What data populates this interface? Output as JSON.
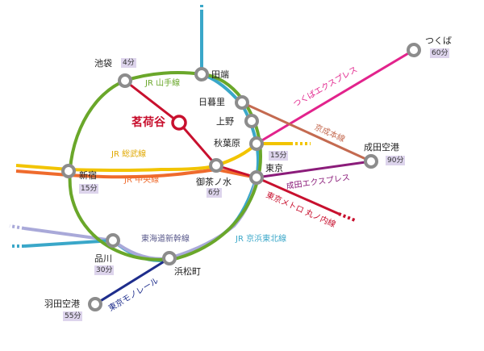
{
  "stations": {
    "ikebukuro": {
      "name": "池袋",
      "time": "4分"
    },
    "tabata": {
      "name": "田端"
    },
    "nippori": {
      "name": "日暮里"
    },
    "ueno": {
      "name": "上野"
    },
    "akihabara": {
      "name": "秋葉原",
      "time": "15分"
    },
    "tokyo": {
      "name": "東京"
    },
    "myogadani": {
      "name": "茗荷谷"
    },
    "ochanomizu": {
      "name": "御茶ノ水",
      "time": "6分"
    },
    "shinjuku": {
      "name": "新宿",
      "time": "15分"
    },
    "shinagawa": {
      "name": "品川",
      "time": "30分"
    },
    "hamamatsucho": {
      "name": "浜松町"
    },
    "haneda": {
      "name": "羽田空港",
      "time": "55分"
    },
    "narita": {
      "name": "成田空港",
      "time": "90分"
    },
    "tsukuba": {
      "name": "つくば",
      "time": "60分"
    }
  },
  "lines": {
    "yamanote": {
      "name": "JR 山手線",
      "color": "#6aa72a"
    },
    "sobu": {
      "name": "JR 総武線",
      "color": "#f2c400"
    },
    "chuo": {
      "name": "JR 中央線",
      "color": "#ef6b2d"
    },
    "tokaido_shinkansen": {
      "name": "東海道新幹線",
      "color": "#a9a9d9"
    },
    "keihin_tohoku": {
      "name": "JR 京浜東北線",
      "color": "#3aa7c9"
    },
    "tsukuba_express": {
      "name": "つくばエクスプレス",
      "color": "#e2238c"
    },
    "keisei": {
      "name": "京成本線",
      "color": "#c46a50"
    },
    "narita_express": {
      "name": "成田エクスプレス",
      "color": "#8b1c7a"
    },
    "marunouchi": {
      "name": "東京メトロ 丸ノ内線",
      "color": "#c8102e"
    },
    "monorail": {
      "name": "東京モノレール",
      "color": "#1e2d8c"
    }
  }
}
